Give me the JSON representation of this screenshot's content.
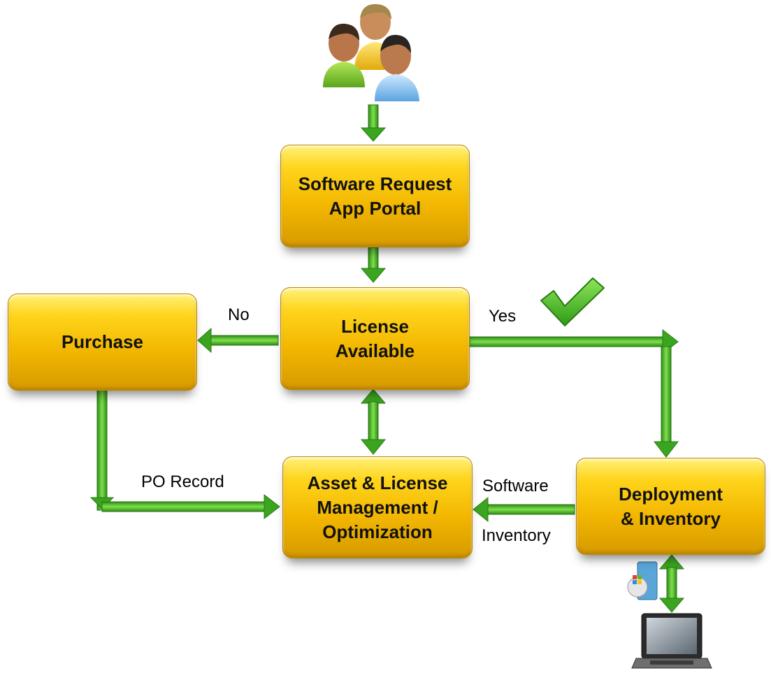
{
  "boxes": {
    "software_request": {
      "line1": "Software Request",
      "line2": "App Portal"
    },
    "license_available": {
      "line1": "License",
      "line2": "Available"
    },
    "purchase": {
      "line1": "Purchase"
    },
    "asset_management": {
      "line1": "Asset & License",
      "line2": "Management /",
      "line3": "Optimization"
    },
    "deployment": {
      "line1": "Deployment",
      "line2": "& Inventory"
    }
  },
  "edge_labels": {
    "no": "No",
    "yes": "Yes",
    "po_record": "PO Record",
    "software_inventory_line1": "Software",
    "software_inventory_line2": "Inventory"
  },
  "icons": [
    "users-group-icon",
    "checkmark-icon",
    "windows-7-box-icon",
    "laptop-icon"
  ],
  "colors": {
    "box_fill": "#f2b600",
    "arrow_green": "#3aa51f"
  }
}
